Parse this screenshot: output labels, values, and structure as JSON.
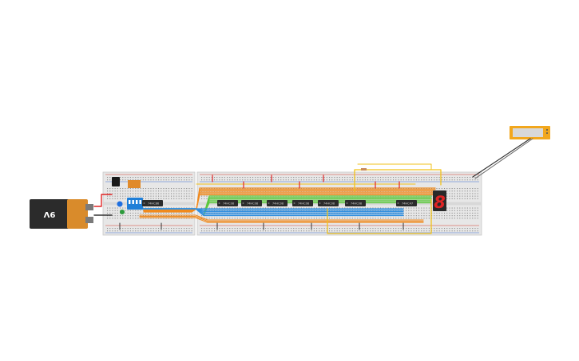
{
  "battery": {
    "label": "9V"
  },
  "chips": [
    {
      "label": "74HC86"
    },
    {
      "label": "74HC08"
    },
    {
      "label": "74HC08"
    },
    {
      "label": "74HC08"
    },
    {
      "label": "74HC08"
    },
    {
      "label": "74HC08"
    },
    {
      "label": "74HC08"
    },
    {
      "label": "74HC47"
    }
  ],
  "seven_segment": {
    "digit": "8"
  },
  "colors": {
    "board": "#e7e7e7",
    "board_edge": "#c9c9c9",
    "hole": "#8a8a8a",
    "rail_red": "#d23b2b",
    "rail_blue": "#3b6fd0",
    "wire_orange": "#f08a1e",
    "wire_green": "#5dc83e",
    "wire_blue": "#2f8ee0",
    "wire_yellow": "#f2c21a",
    "wire_red": "#e02424",
    "wire_dark": "#333333",
    "chip": "#2b2b2b",
    "battery_body": "#2b2b2b",
    "battery_cap": "#d98b2b",
    "dip_switch": "#1f7fd8",
    "display": "#2a2a2a",
    "segment_on": "#e02424",
    "lcd": "#f2a71d"
  }
}
